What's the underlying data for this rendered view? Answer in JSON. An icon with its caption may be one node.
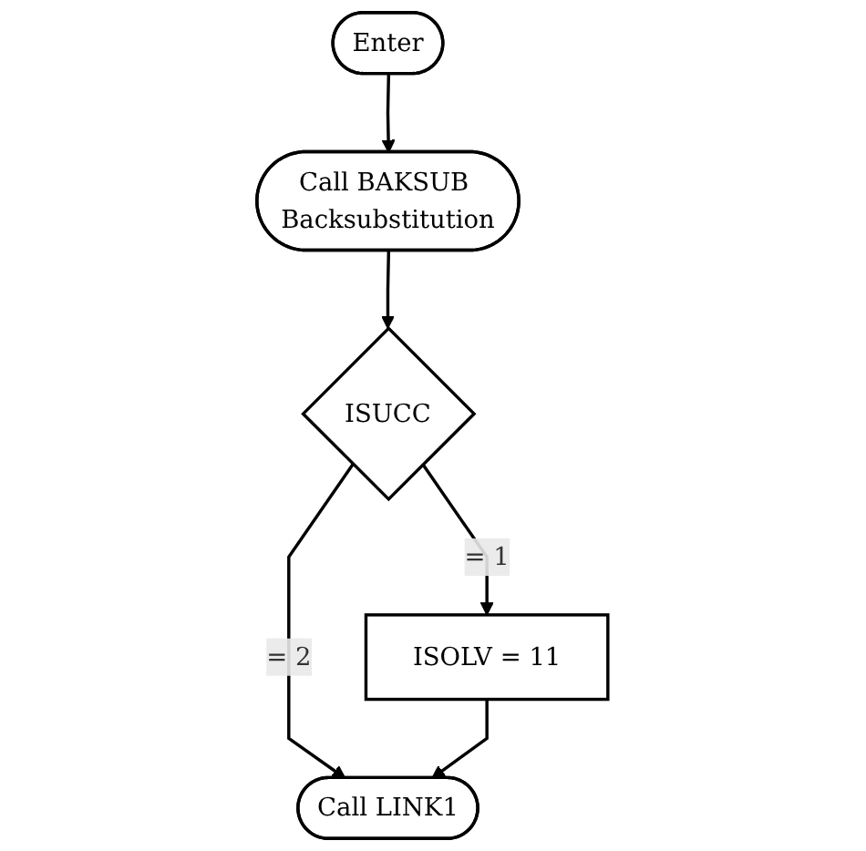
{
  "diagram": {
    "nodes": [
      {
        "text": [
          "Enter"
        ]
      },
      {
        "text": [
          "Call BAKSUB Backsubstitution"
        ]
      },
      {
        "text": [
          "ISUCC"
        ]
      },
      {
        "text": [
          "Call LINK1"
        ]
      },
      {
        "text": [
          "ISOLV = 11"
        ]
      }
    ],
    "edges": [
      {
        "from": 0,
        "to": 1,
        "arrow": "to"
      },
      {
        "from": 1,
        "to": 2,
        "arrow": "to"
      },
      {
        "from": 2,
        "to": 3,
        "label": "= 2",
        "arrow": "to"
      },
      {
        "from": 2,
        "to": 4,
        "label": "= 1",
        "arrow": "to"
      },
      {
        "from": 4,
        "to": 3,
        "arrow": "to"
      }
    ]
  }
}
